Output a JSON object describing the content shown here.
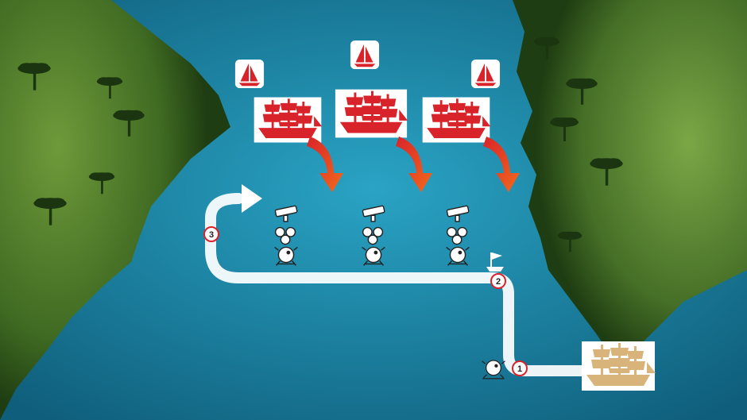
{
  "map": {
    "colors": {
      "sea_deep": "#0f5f7c",
      "sea_light": "#2aa3c4",
      "land_dark": "#1f3d12",
      "land_light": "#6f9a3a",
      "fleet_red": "#d9232a",
      "arrow_orange": "#f26a1b",
      "path_white": "#ffffff",
      "ship_tan": "#d9b47a"
    },
    "icons": {
      "enemy_small": "sailboat-icon",
      "enemy_large": "tall-ship-icon",
      "arrow": "attack-arrow-icon",
      "defense": "spyglass-cannonballs-mine-icon",
      "mine": "naval-mine-icon",
      "flag": "flag-icon",
      "player_ship": "tall-ship-icon",
      "tree": "acacia-tree-icon"
    },
    "steps": [
      {
        "label": "1"
      },
      {
        "label": "2"
      },
      {
        "label": "3"
      }
    ]
  }
}
